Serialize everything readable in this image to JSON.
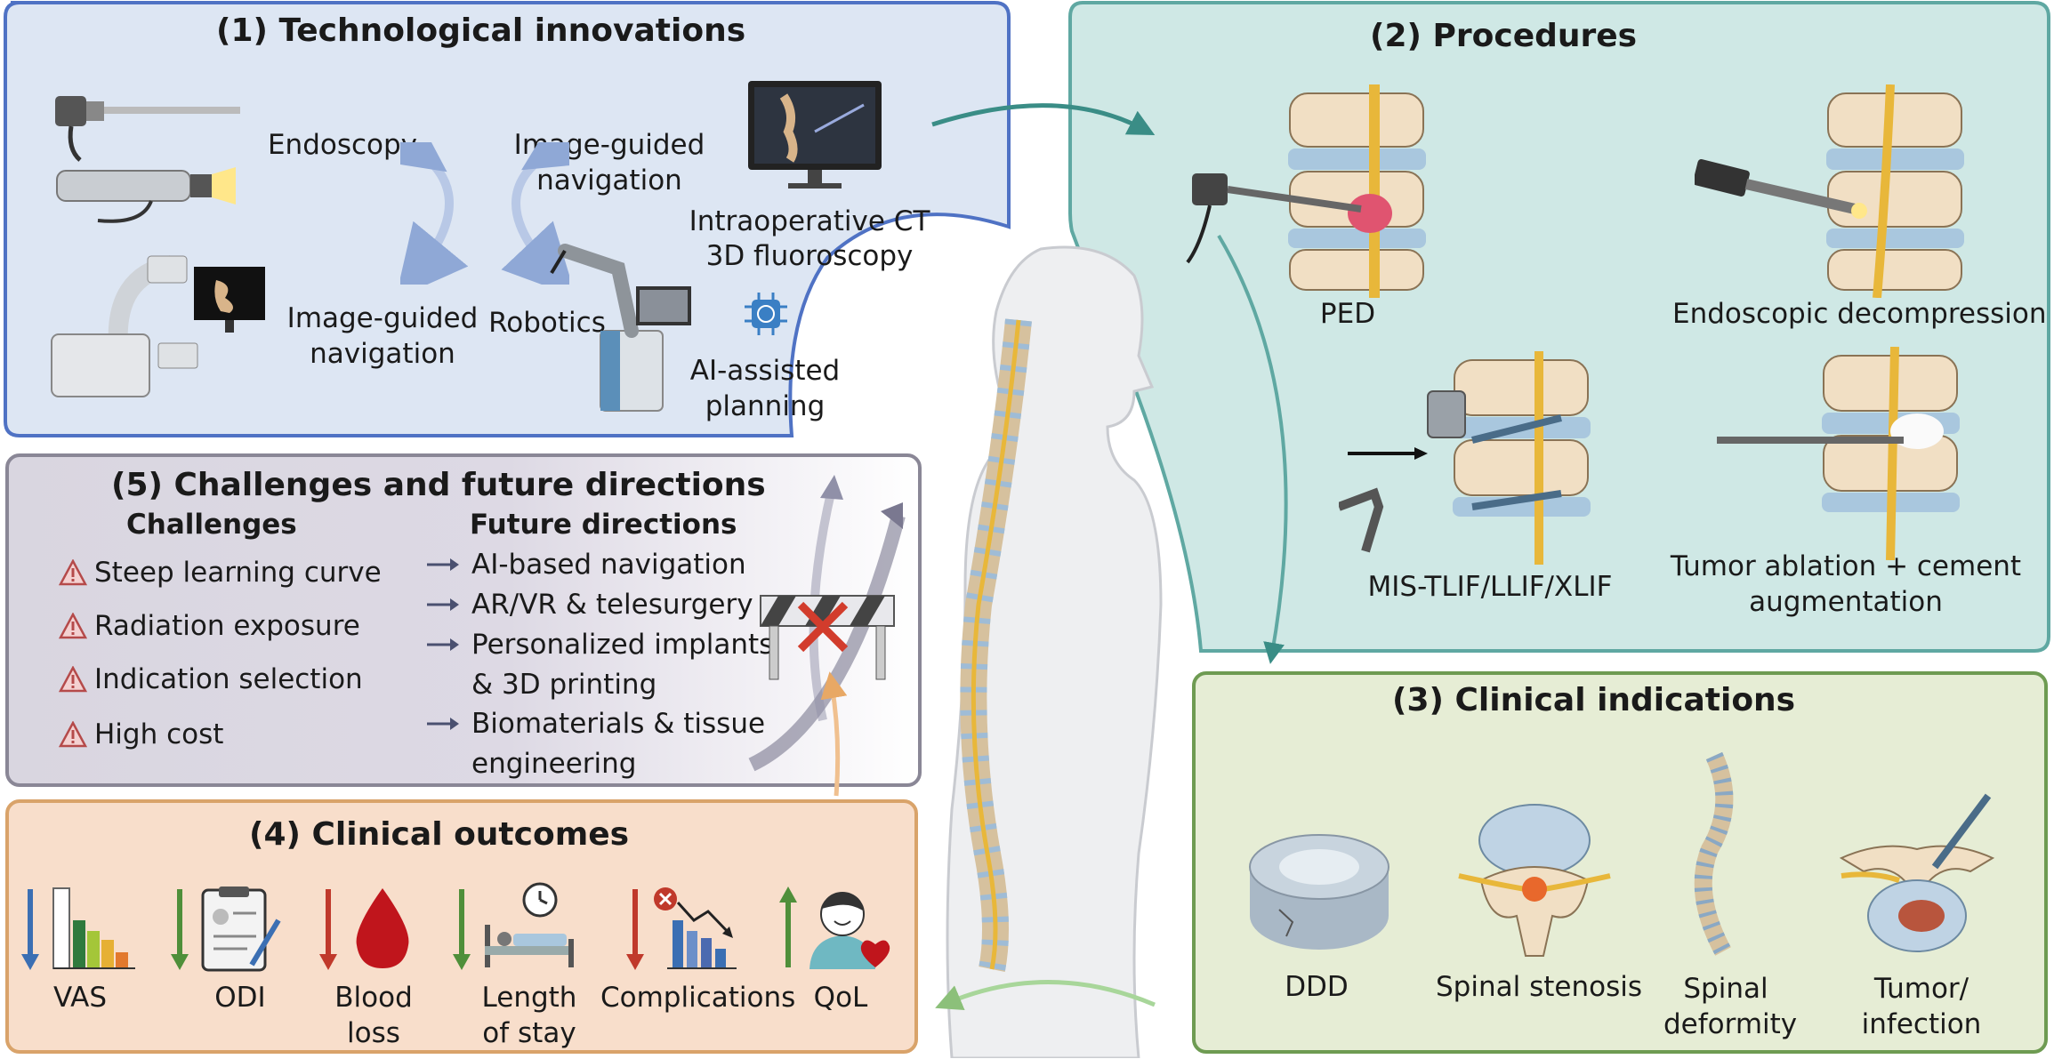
{
  "panels": {
    "tech": {
      "title": "(1) Technological innovations",
      "labels": {
        "endoscopy": "Endoscopy",
        "nav_top_l1": "Image-guided",
        "nav_top_l2": "navigation",
        "nav_bottom_l1": "Image-guided",
        "nav_bottom_l2": "navigation",
        "robotics": "Robotics",
        "ct_l1": "Intraoperative CT",
        "ct_l2": "3D fluoroscopy",
        "ai_l1": "AI-assisted",
        "ai_l2": "planning"
      },
      "color": "#4f72c4"
    },
    "procedures": {
      "title": "(2) Procedures",
      "labels": {
        "ped": "PED",
        "endo_decomp": "Endoscopic decompression",
        "mis": "MIS-TLIF/LLIF/XLIF",
        "tumor_l1": "Tumor ablation + cement",
        "tumor_l2": "augmentation"
      },
      "color": "#5fa8a2"
    },
    "indications": {
      "title": "(3) Clinical indications",
      "labels": {
        "ddd": "DDD",
        "stenosis": "Spinal stenosis",
        "deformity_l1": "Spinal",
        "deformity_l2": "deformity",
        "tumor_l1": "Tumor/",
        "tumor_l2": "infection"
      },
      "color": "#6e9b52"
    },
    "outcomes": {
      "title": "(4) Clinical outcomes",
      "labels": {
        "vas": "VAS",
        "odi": "ODI",
        "blood_l1": "Blood",
        "blood_l2": "loss",
        "stay_l1": "Length",
        "stay_l2": "of stay",
        "complications": "Complications",
        "qol": "QoL"
      },
      "color": "#d9a36a"
    },
    "challenges": {
      "title": "(5) Challenges and future directions",
      "challenges_header": "Challenges",
      "future_header": "Future directions",
      "challenges": [
        "Steep learning curve",
        "Radiation exposure",
        "Indication selection",
        "High cost"
      ],
      "future": [
        "AI-based navigation",
        "AR/VR & telesurgery",
        "Personalized implants",
        "& 3D printing",
        "Biomaterials & tissue",
        "engineering"
      ],
      "color": "#8a8796"
    }
  },
  "icons": {
    "warning": "warning-icon",
    "arrow": "arrow-right-icon"
  }
}
